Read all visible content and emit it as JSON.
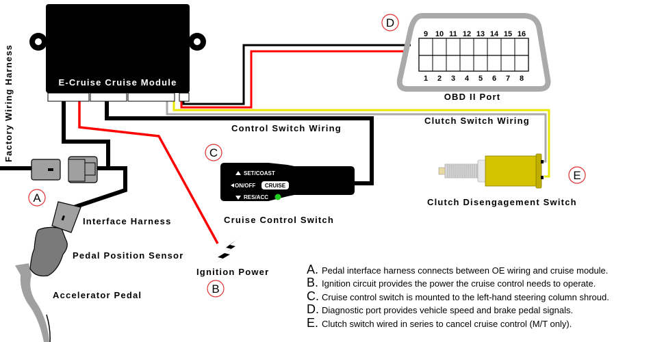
{
  "module": {
    "label": "E-Cruise Cruise Module"
  },
  "obd": {
    "label": "OBD II Port",
    "top_pins": [
      "9",
      "10",
      "11",
      "12",
      "13",
      "14",
      "15",
      "16"
    ],
    "bottom_pins": [
      "1",
      "2",
      "3",
      "4",
      "5",
      "6",
      "7",
      "8"
    ]
  },
  "labels": {
    "factory_harness": "Factory Wiring Harness",
    "control_switch_wiring": "Control Switch Wiring",
    "clutch_switch_wiring": "Clutch Switch Wiring",
    "interface_harness": "Interface Harness",
    "pedal_position_sensor": "Pedal Position Sensor",
    "accelerator_pedal": "Accelerator Pedal",
    "ignition_power": "Ignition Power",
    "cruise_control_switch": "Cruise Control Switch",
    "clutch_disengagement_switch": "Clutch Disengagement Switch"
  },
  "switch": {
    "set_coast": "SET/COAST",
    "on_off": "ON/OFF",
    "cruise": "CRUISE",
    "res_acc": "RES/ACC",
    "indicator_color": "#22cc22"
  },
  "badges": {
    "a": "A",
    "b": "B",
    "c": "C",
    "d": "D",
    "e": "E"
  },
  "colors": {
    "badge_ring": "#e03030",
    "power_wire": "#ff0000",
    "clutch_wire": "#e6e600",
    "ground_wire": "#aaaaaa",
    "switch_body": "#d4c200"
  },
  "legend": [
    {
      "letter": "A",
      "sep": ".",
      "text": "Pedal interface harness connects between OE wiring and cruise module."
    },
    {
      "letter": "B",
      "sep": ".",
      "text": "Ignition circuit provides the power the cruise control needs to operate."
    },
    {
      "letter": "C",
      "sep": ".",
      "text": "Cruise control switch is mounted to the left-hand steering column shroud."
    },
    {
      "letter": "D",
      "sep": ".",
      "text": "Diagnostic port provides vehicle speed and brake pedal signals."
    },
    {
      "letter": "E",
      "sep": ".",
      "text": "Clutch switch wired in series to cancel cruise control (M/T only)."
    }
  ]
}
